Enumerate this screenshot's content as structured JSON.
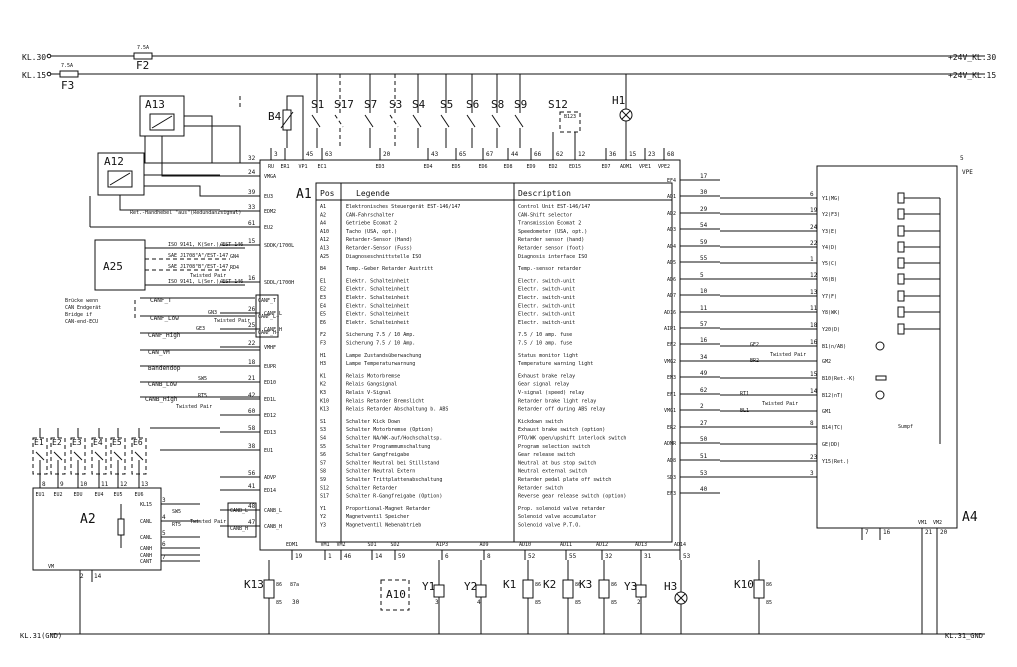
{
  "rails": {
    "kl30": "KL.30",
    "kl15": "KL.15",
    "kl31": "KL.31(GND)",
    "p24_kl30": "+24V_KL.30",
    "p24_kl15": "+24V_KL.15",
    "kl31_gnd": "KL.31_GND",
    "fuse_f2": "F2",
    "fuse_f2_rating": "7.5A",
    "fuse_f3": "F3",
    "fuse_f3_rating": "7.5A"
  },
  "a1": {
    "label": "A1",
    "top_pins": [
      {
        "pin": "RU",
        "num": "3"
      },
      {
        "pin": "ER1",
        "num": ""
      },
      {
        "pin": "VP1",
        "num": "45"
      },
      {
        "pin": "EC1",
        "num": "63"
      },
      {
        "pin": "ED3",
        "num": "20"
      },
      {
        "pin": "ED4",
        "num": "43"
      },
      {
        "pin": "ED5",
        "num": "65"
      },
      {
        "pin": "ED6",
        "num": "67"
      },
      {
        "pin": "ED8",
        "num": "44"
      },
      {
        "pin": "ED9",
        "num": "66"
      },
      {
        "pin": "ED2",
        "num": "62"
      },
      {
        "pin": "ED15",
        "num": "12"
      },
      {
        "pin": "ED7",
        "num": "36"
      },
      {
        "pin": "ADM1",
        "num": "15"
      },
      {
        "pin": "VPE1",
        "num": "23"
      },
      {
        "pin": "VPE2",
        "num": "68"
      }
    ],
    "left_pins": [
      {
        "pin": "VMGA",
        "num": "24"
      },
      {
        "pin": "EU3",
        "num": "39"
      },
      {
        "pin": "EDM2",
        "num": "33"
      },
      {
        "pin": "EU2",
        "num": "61"
      },
      {
        "pin": "SDDK/1700L",
        "num": "15"
      },
      {
        "pin": "SDDL/1700H",
        "num": "16"
      },
      {
        "pin": "CANF_L",
        "num": "26"
      },
      {
        "pin": "CANF_H",
        "num": "25"
      },
      {
        "pin": "VMHF",
        "num": "22"
      },
      {
        "pin": "EUPR",
        "num": "18"
      },
      {
        "pin": "ED10",
        "num": "21"
      },
      {
        "pin": "ED1L",
        "num": "42"
      },
      {
        "pin": "ED12",
        "num": "60"
      },
      {
        "pin": "ED13",
        "num": "58"
      },
      {
        "pin": "EU1",
        "num": "38"
      },
      {
        "pin": "ADVP",
        "num": "56"
      },
      {
        "pin": "ED14",
        "num": "41"
      },
      {
        "pin": "CANB_L",
        "num": "48"
      },
      {
        "pin": "CANB_H",
        "num": "47"
      }
    ],
    "top_left_pin": {
      "pin": "",
      "num": "32"
    },
    "right_pins": [
      {
        "pin": "EF4",
        "num": "17"
      },
      {
        "pin": "AD1",
        "num": "30"
      },
      {
        "pin": "AD2",
        "num": "29"
      },
      {
        "pin": "AD3",
        "num": "54"
      },
      {
        "pin": "AD4",
        "num": "59"
      },
      {
        "pin": "AD5",
        "num": "55"
      },
      {
        "pin": "AD6",
        "num": "5"
      },
      {
        "pin": "AD7",
        "num": "10"
      },
      {
        "pin": "AD16",
        "num": "11"
      },
      {
        "pin": "AIP1",
        "num": "57"
      },
      {
        "pin": "EF2",
        "num": "16"
      },
      {
        "pin": "VMG2",
        "num": "34"
      },
      {
        "pin": "EN3",
        "num": "49"
      },
      {
        "pin": "EF1",
        "num": "62"
      },
      {
        "pin": "VMG1",
        "num": "2"
      },
      {
        "pin": "ER2",
        "num": "27"
      },
      {
        "pin": "ADMR",
        "num": "50"
      },
      {
        "pin": "AD8",
        "num": "51"
      },
      {
        "pin": "SD3",
        "num": "53"
      },
      {
        "pin": "EF3",
        "num": "40"
      }
    ],
    "bottom_pins": [
      {
        "pin": "EDM1",
        "num": "19"
      },
      {
        "pin": "VM1",
        "num": "1"
      },
      {
        "pin": "VM2",
        "num": "46"
      },
      {
        "pin": "SD1",
        "num": "14"
      },
      {
        "pin": "SD2",
        "num": "59"
      },
      {
        "pin": "AIP3",
        "num": "6"
      },
      {
        "pin": "AD9",
        "num": "8"
      },
      {
        "pin": "AD10",
        "num": "52"
      },
      {
        "pin": "AD11",
        "num": "55"
      },
      {
        "pin": "AD12",
        "num": "32"
      },
      {
        "pin": "AD13",
        "num": "31"
      },
      {
        "pin": "AD14",
        "num": "53"
      }
    ]
  },
  "legend": {
    "h_pos": "Pos",
    "h_legende": "Legende",
    "h_desc": "Description",
    "rows": [
      {
        "pos": "A1",
        "de": "Elektronisches Steuergerät EST-146/147",
        "en": "Control Unit EST-146/147",
        "gap": 0
      },
      {
        "pos": "A2",
        "de": "CAN-Fahrschalter",
        "en": "CAN-Shift selector",
        "gap": 0
      },
      {
        "pos": "A4",
        "de": "Getriebe Ecomat 2",
        "en": "Transmission Ecomat 2",
        "gap": 0
      },
      {
        "pos": "A10",
        "de": "Tacho (USA, opt.)",
        "en": "Speedometer (USA, opt.)",
        "gap": 0
      },
      {
        "pos": "A12",
        "de": "Retarder-Sensor (Hand)",
        "en": "Retarder sensor (hand)",
        "gap": 0
      },
      {
        "pos": "A13",
        "de": "Retarder-Sensor (Fuss)",
        "en": "Retarder sensor (foot)",
        "gap": 0
      },
      {
        "pos": "A25",
        "de": "Diagnoseschnittstelle ISO",
        "en": "Diagnosis interface ISO",
        "gap": 0
      },
      {
        "pos": "B4",
        "de": "Temp.-Geber Retarder Austritt",
        "en": "Temp.-sensor retarder",
        "gap": 1
      },
      {
        "pos": "E1",
        "de": "Elektr. Schalteinheit",
        "en": "Electr. switch-unit",
        "gap": 1
      },
      {
        "pos": "E2",
        "de": "Elektr. Schalteinheit",
        "en": "Electr. switch-unit",
        "gap": 0
      },
      {
        "pos": "E3",
        "de": "Elektr. Schalteinheit",
        "en": "Electr. switch-unit",
        "gap": 0
      },
      {
        "pos": "E4",
        "de": "Elektr. Schalteinheit",
        "en": "Electr. switch-unit",
        "gap": 0
      },
      {
        "pos": "E5",
        "de": "Elektr. Schalteinheit",
        "en": "Electr. switch-unit",
        "gap": 0
      },
      {
        "pos": "E6",
        "de": "Elektr. Schalteinheit",
        "en": "Electr. switch-unit",
        "gap": 0
      },
      {
        "pos": "F2",
        "de": "Sicherung 7.5 / 10 Amp.",
        "en": "7.5 / 10 amp. fuse",
        "gap": 1
      },
      {
        "pos": "F3",
        "de": "Sicherung 7.5 / 10 Amp.",
        "en": "7.5 / 10 amp. fuse",
        "gap": 0
      },
      {
        "pos": "H1",
        "de": "Lampe Zustandsüberwachung",
        "en": "Status monitor light",
        "gap": 1
      },
      {
        "pos": "H3",
        "de": "Lampe Temperaturwarnung",
        "en": "Temperature warning light",
        "gap": 0
      },
      {
        "pos": "K1",
        "de": "Relais Motorbremse",
        "en": "Exhaust brake relay",
        "gap": 1
      },
      {
        "pos": "K2",
        "de": "Relais Gangsignal",
        "en": "Gear signal relay",
        "gap": 0
      },
      {
        "pos": "K3",
        "de": "Relais V-Signal",
        "en": "V-signal (speed) relay",
        "gap": 0
      },
      {
        "pos": "K10",
        "de": "Relais Retarder Bremslicht",
        "en": "Retarder brake light relay",
        "gap": 0
      },
      {
        "pos": "K13",
        "de": "Relais Retarder Abschaltung b. ABS",
        "en": "Retarder off during ABS relay",
        "gap": 0
      },
      {
        "pos": "S1",
        "de": "Schalter Kick Down",
        "en": "Kickdown switch",
        "gap": 1
      },
      {
        "pos": "S3",
        "de": "Schalter Motorbremse (Option)",
        "en": "Exhaust brake switch (option)",
        "gap": 0
      },
      {
        "pos": "S4",
        "de": "Schalter NA/WK-auf/Hochschaltsp.",
        "en": "PTO/WK open/upshift interlock switch",
        "gap": 0
      },
      {
        "pos": "S5",
        "de": "Schalter Programmumschaltung",
        "en": "Program selection switch",
        "gap": 0
      },
      {
        "pos": "S6",
        "de": "Schalter Gangfreigabe",
        "en": "Gear release switch",
        "gap": 0
      },
      {
        "pos": "S7",
        "de": "Schalter Neutral bei Stillstand",
        "en": "Neutral at bus stop switch",
        "gap": 0
      },
      {
        "pos": "S8",
        "de": "Schalter Neutral Extern",
        "en": "Neutral external switch",
        "gap": 0
      },
      {
        "pos": "S9",
        "de": "Schalter Trittplattenabschaltung",
        "en": "Retarder pedal plate off switch",
        "gap": 0
      },
      {
        "pos": "S12",
        "de": "Schalter Retarder",
        "en": "Retarder switch",
        "gap": 0
      },
      {
        "pos": "S17",
        "de": "Schalter R-Gangfreigabe (Option)",
        "en": "Reverse gear release switch (option)",
        "gap": 0
      },
      {
        "pos": "Y1",
        "de": "Proportional-Magnet Retarder",
        "en": "Prop. solenoid valve retarder",
        "gap": 1
      },
      {
        "pos": "Y2",
        "de": "Magnetventil Speicher",
        "en": "Solenoid valve accumulator",
        "gap": 0
      },
      {
        "pos": "Y3",
        "de": "Magnetventil Nebenabtrieb",
        "en": "Solenoid valve P.T.O.",
        "gap": 0
      }
    ]
  },
  "sensors": {
    "a13": "A13",
    "a12": "A12",
    "b4": "B4",
    "a25": "A25",
    "handle_note": "Ret.-Handhebel \"aus\"(Redundanzsignal)",
    "a25_lines": [
      "ISO 9141, K(Ser.)/EST-146",
      "SAE J1708\"A\"/EST-147",
      "SAE J1708\"B\"/EST-147",
      "ISO 9141, L(Ser.)/EST-146"
    ],
    "gn4": "GN4",
    "rd4": "RD4",
    "twisted_pair": "Twisted Pair"
  },
  "can": {
    "canf_t": "CANF_T",
    "canf_low": "CANF_Low",
    "canf_high": "CANF_High",
    "can_vm": "CAN_VM",
    "bandendop": "Bandendop",
    "canb_low": "CANB_Low",
    "canb_high": "CANB_High",
    "note_de": "Brücke wenn",
    "note_de2": "CAN Endgerät",
    "note_en": "Bridge if",
    "note_en2": "CAN-end-ECU",
    "gn3": "GN3",
    "ge3": "GE3",
    "sw5": "SW5",
    "rt5": "RT5",
    "twisted_pair": "Twisted Pair",
    "canf_t_pin": "CANF_T",
    "canf_l_pin": "CANF_L",
    "canf_h_pin": "CANF_H"
  },
  "switch_units": {
    "labels": [
      "E1",
      "E2",
      "E3",
      "E4",
      "E5",
      "E6"
    ],
    "pins_bottom": [
      {
        "pin": "EU1",
        "num": "8"
      },
      {
        "pin": "EU2",
        "num": "9"
      },
      {
        "pin": "EDU",
        "num": "10"
      },
      {
        "pin": "EU4",
        "num": "11"
      },
      {
        "pin": "EU5",
        "num": "12"
      },
      {
        "pin": "EU6",
        "num": "13"
      }
    ]
  },
  "a2": {
    "label": "A2",
    "pins": [
      {
        "pin": "KL15",
        "num": "3"
      },
      {
        "pin": "CANL",
        "num": "4"
      },
      {
        "pin": "CANL",
        "num": "5"
      },
      {
        "pin": "CANH",
        "num": "6"
      },
      {
        "pin": "CANH",
        "num": ""
      },
      {
        "pin": "CANT",
        "num": "7"
      }
    ],
    "vm": "VM",
    "bottom_nums": [
      "2",
      "14"
    ],
    "sw5": "SW5",
    "rt5": "RT5",
    "twisted_pair": "Twisted Pair",
    "canb_l": "CANB_L",
    "canb_h": "CANB_H"
  },
  "top_switches": {
    "s1": "S1",
    "s17": "S17",
    "s7": "S7",
    "s3": "S3",
    "s4": "S4",
    "s5": "S5",
    "s6": "S6",
    "s8": "S8",
    "s9": "S9",
    "s12": "S12",
    "h1": "H1",
    "s12_code": "B123"
  },
  "a4": {
    "label": "A4",
    "vpe": "VPE",
    "vpe_num": "5",
    "twisted_pair": "Twisted Pair",
    "ge2": "GE2",
    "br2": "BR2",
    "rt1": "RT1",
    "bl1": "BL1",
    "sumpf": "Sumpf",
    "right_pins": [
      {
        "pin": "Y1(MG)",
        "num": "6"
      },
      {
        "pin": "Y2(F3)",
        "num": "19"
      },
      {
        "pin": "Y3(E)",
        "num": "24"
      },
      {
        "pin": "Y4(D)",
        "num": "22"
      },
      {
        "pin": "Y5(C)",
        "num": "1"
      },
      {
        "pin": "Y6(B)",
        "num": "12"
      },
      {
        "pin": "Y7(F)",
        "num": "13"
      },
      {
        "pin": "Y8(WK)",
        "num": "11"
      },
      {
        "pin": "Y20(D)",
        "num": "18"
      },
      {
        "pin": "B1(n/AB)",
        "num": "16"
      },
      {
        "pin": "GM2",
        "num": ""
      },
      {
        "pin": "B10(Ret.-K)",
        "num": "15"
      },
      {
        "pin": "B12(nT)",
        "num": "14"
      },
      {
        "pin": "GM1",
        "num": ""
      },
      {
        "pin": "B14(TC)",
        "num": "8"
      },
      {
        "pin": "GE(DD)",
        "num": ""
      },
      {
        "pin": "Y15(Ret.)",
        "num": "23"
      },
      {
        "pin": "",
        "num": "3"
      }
    ],
    "bottom": [
      {
        "pin": "",
        "num": "7"
      },
      {
        "pin": "",
        "num": "16"
      },
      {
        "pin": "VM1",
        "num": "21"
      },
      {
        "pin": "VM2",
        "num": "20"
      }
    ]
  },
  "outputs": {
    "k13": "K13",
    "k13_86": "86",
    "k13_85": "85",
    "k13_87a": "87a",
    "k13_30": "30",
    "a10": "A10",
    "y1": "Y1",
    "y2": "Y2",
    "k1": "K1",
    "k2": "K2",
    "k3": "K3",
    "y3": "Y3",
    "h3": "H3",
    "k10": "K10",
    "n86": "86",
    "n85": "85",
    "n1": "1",
    "n2": "2",
    "n3": "3",
    "n4": "4"
  }
}
